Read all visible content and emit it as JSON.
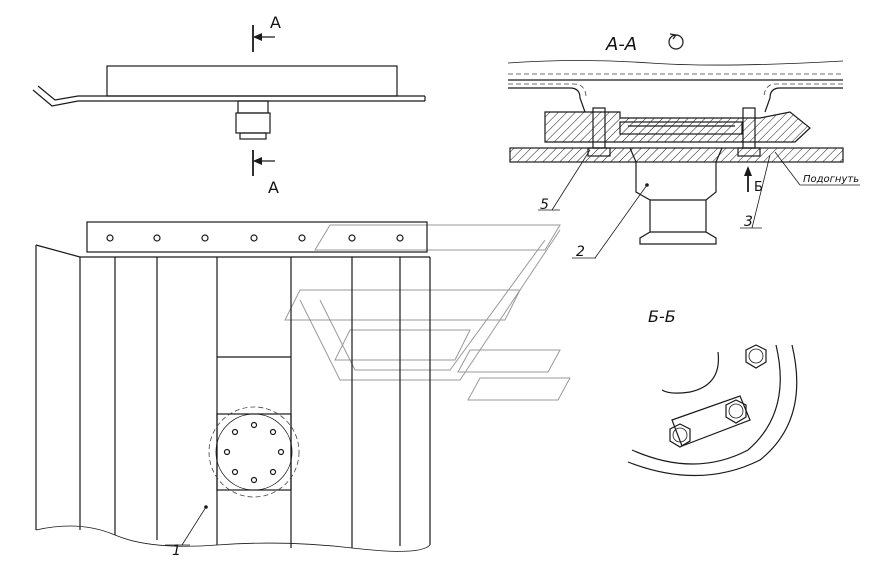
{
  "view_labels": {
    "section_top_a": "А",
    "section_bottom_a": "А",
    "section_aa_title": "А-А",
    "section_bb_title": "Б-Б",
    "arrow_b": "Б"
  },
  "callouts": {
    "item_1": "1",
    "item_2": "2",
    "item_3": "3",
    "item_5": "5",
    "bend_note": "Подогнуть"
  }
}
